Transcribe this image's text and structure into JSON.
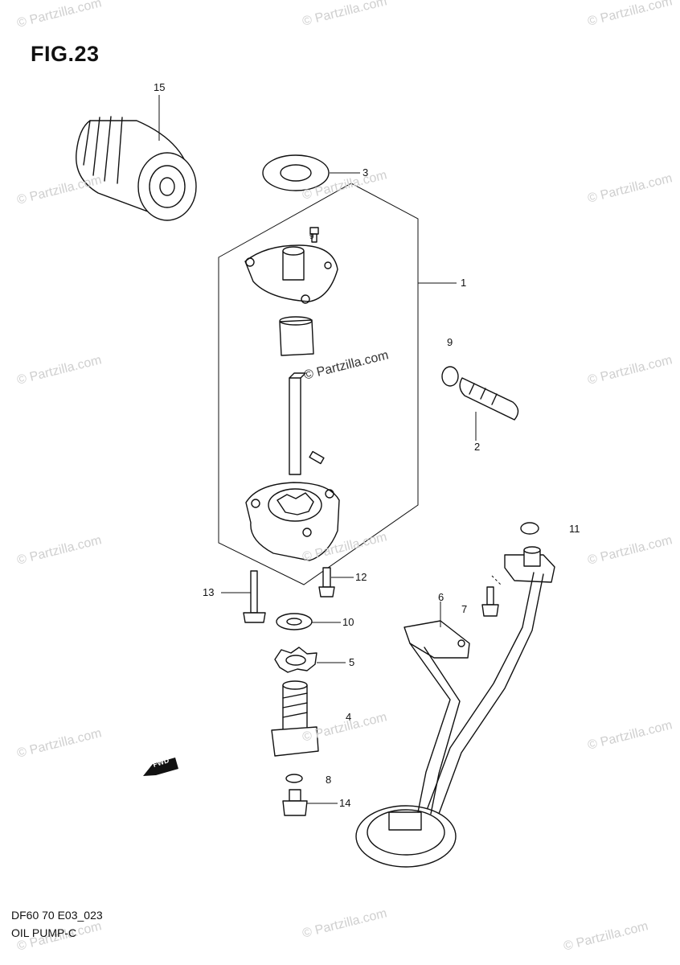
{
  "figure": {
    "title": "FIG.23"
  },
  "footer": {
    "model": "DF60 70 E03_023",
    "name": "OIL PUMP-C"
  },
  "watermark": {
    "text": "© Partzilla.com"
  },
  "callouts": {
    "c1": "1",
    "c2": "2",
    "c3": "3",
    "c4": "4",
    "c5": "5",
    "c6": "6",
    "c7": "7",
    "c8": "8",
    "c9": "9",
    "c9b": "9",
    "c10": "10",
    "c11": "11",
    "c12": "12",
    "c13": "13",
    "c14": "14",
    "c15": "15"
  },
  "fwd_arrow": {
    "label": "FWD"
  }
}
